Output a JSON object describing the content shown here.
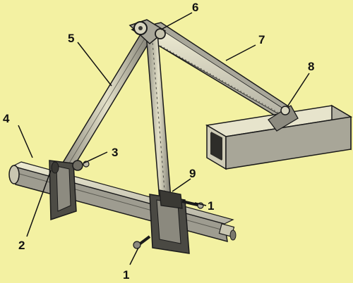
{
  "colors": {
    "background": "#f3f1a2",
    "metal_light": "#e6e3c8",
    "metal_mid": "#a9a79a",
    "metal_dark": "#4a4944",
    "outline": "#1a1a1a"
  },
  "callouts": [
    {
      "id": "c1a",
      "text": "1"
    },
    {
      "id": "c1b",
      "text": "1"
    },
    {
      "id": "c2",
      "text": "2"
    },
    {
      "id": "c3",
      "text": "3"
    },
    {
      "id": "c4",
      "text": "4"
    },
    {
      "id": "c5",
      "text": "5"
    },
    {
      "id": "c6",
      "text": "6"
    },
    {
      "id": "c7",
      "text": "7"
    },
    {
      "id": "c8",
      "text": "8"
    },
    {
      "id": "c9",
      "text": "9"
    }
  ]
}
